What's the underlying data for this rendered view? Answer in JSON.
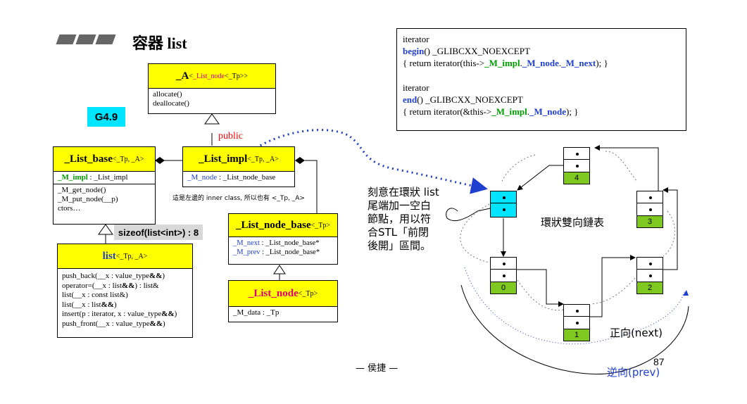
{
  "title": "容器 list",
  "version_tag": "G4.9",
  "alloc_box": {
    "name": "_A",
    "template_open": "<",
    "template_inner": "_List_node",
    "template_rest": "<_Tp>>",
    "methods": [
      "allocate()",
      "deallocate()"
    ]
  },
  "public_label": "public",
  "list_base": {
    "name": "_List_base",
    "template": "<_Tp, _A>",
    "member_name": "_M_impl",
    "member_type": " : _List_impl",
    "methods": [
      "_M_get_node()",
      "_M_put_node(__p)",
      "ctors…"
    ]
  },
  "list_impl": {
    "name": "_List_impl",
    "template": "<_Tp, _A>",
    "member_name": "_M_node",
    "member_type": " : _List_node_base",
    "note": "這是左邊的 inner class, 所以也有 <_Tp, _A>"
  },
  "sizeof_label": "sizeof(list<int>) : 8",
  "list_node_base": {
    "name": "_List_node_base",
    "template": "<_Tp>",
    "members": [
      {
        "name": "_M_next",
        "type": " : _List_node_base*"
      },
      {
        "name": "_M_prev",
        "type": " : _List_node_base*"
      }
    ]
  },
  "list_node": {
    "name": "_List_node",
    "template": "<_Tp>",
    "members": [
      "_M_data : _Tp"
    ]
  },
  "list_class": {
    "name": "list",
    "template": "<_Tp, _A>",
    "methods": [
      {
        "a": "push_back(__x : value_type",
        "b": "&&",
        "c": ")"
      },
      {
        "a": "operator=(__x : list",
        "b": "&&",
        "c": ") : list&"
      },
      {
        "a": "list(__x : const list&)",
        "b": "",
        "c": ""
      },
      {
        "a": "list(__x : list",
        "b": "&&",
        "c": ")"
      },
      {
        "a": "insert(p : iterator, x : value_type",
        "b": "&&",
        "c": ")"
      },
      {
        "a": "push_front(__x : value_type",
        "b": "&&",
        "c": ")"
      }
    ]
  },
  "code": {
    "begin_ret": "iterator",
    "begin_kw": "begin",
    "begin_sig": "() _GLIBCXX_NOEXCEPT",
    "begin_body_a": "{ return iterator(this->",
    "begin_body_b": "_M_impl",
    "begin_body_c": ".",
    "begin_body_d": "_M_node",
    "begin_body_e": ".",
    "begin_body_f": "_M_next",
    "begin_body_g": "); }",
    "end_ret": "iterator",
    "end_kw": "end",
    "end_sig": "() _GLIBCXX_NOEXCEPT",
    "end_body_a": "{ return iterator(&this->",
    "end_body_b": "_M_impl",
    "end_body_c": ".",
    "end_body_d": "_M_node",
    "end_body_e": "); }"
  },
  "note_text": [
    "刻意在環狀 list",
    "尾端加一空白",
    "節點，用以符",
    "合STL「前閉",
    "後開」區間。"
  ],
  "ring_label": "環狀雙向鏈表",
  "node_labels": [
    "0",
    "1",
    "2",
    "3",
    "4"
  ],
  "forward_label": "正向(next)",
  "backward_label": "逆向(prev)",
  "footer_author": "— 侯捷 —",
  "page_number": "87",
  "colors": {
    "header_yellow": "#ffff00",
    "cyan": "#00e5ff",
    "node_green": "#7fc820",
    "blue": "#1f3fcf",
    "magenta": "#e0007a",
    "green": "#00a000",
    "red": "#ff0000"
  }
}
